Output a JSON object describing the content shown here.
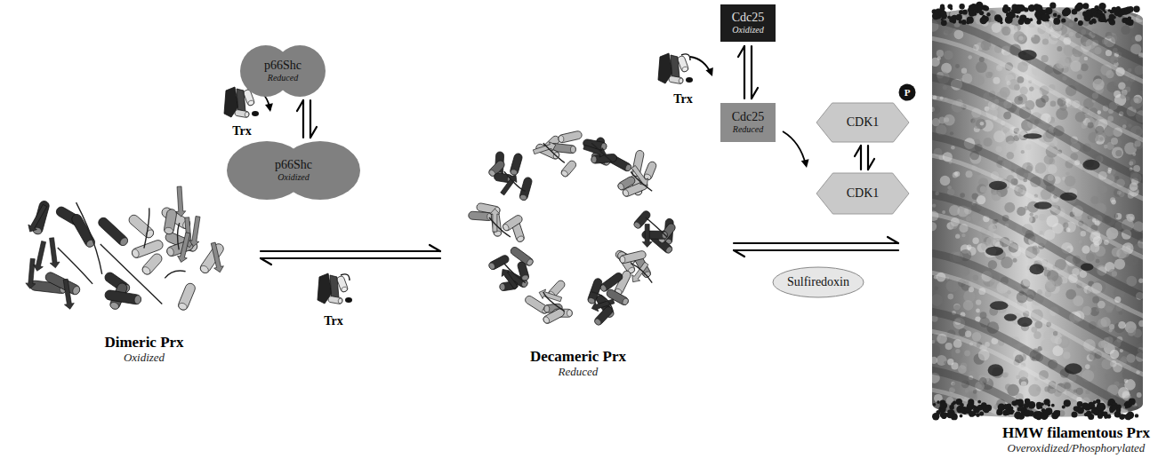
{
  "diagram": {
    "nodes": [
      {
        "text": [
          "Dimeric Prx",
          "Oxidized"
        ]
      },
      {
        "text": [
          "p66Shc",
          "Reduced"
        ]
      },
      {
        "text": [
          "p66Shc",
          "Oxidized"
        ]
      },
      {
        "text": [
          "Decameric Prx",
          "Reduced"
        ]
      },
      {
        "text": [
          "Cdc25",
          "Oxidized"
        ]
      },
      {
        "text": [
          "Cdc25",
          "Reduced"
        ]
      },
      {
        "text": [
          "CDK1"
        ]
      },
      {
        "text": [
          "CDK1"
        ]
      },
      {
        "text": [
          "Sulfiredoxin"
        ]
      },
      {
        "text": [
          "HMW filamentous Prx",
          "Overoxidized/Phosphorylated"
        ]
      }
    ],
    "edges": [
      {
        "from": 0,
        "to": 3,
        "arrow": "both"
      },
      {
        "from": 1,
        "to": 2,
        "arrow": "both"
      },
      {
        "from": 4,
        "to": 5,
        "arrow": "both"
      },
      {
        "from": 6,
        "to": 7,
        "arrow": "both"
      },
      {
        "from": 3,
        "to": 9,
        "arrow": "both"
      }
    ],
    "labels": [
      "Trx",
      "Trx",
      "Trx",
      "P"
    ]
  }
}
